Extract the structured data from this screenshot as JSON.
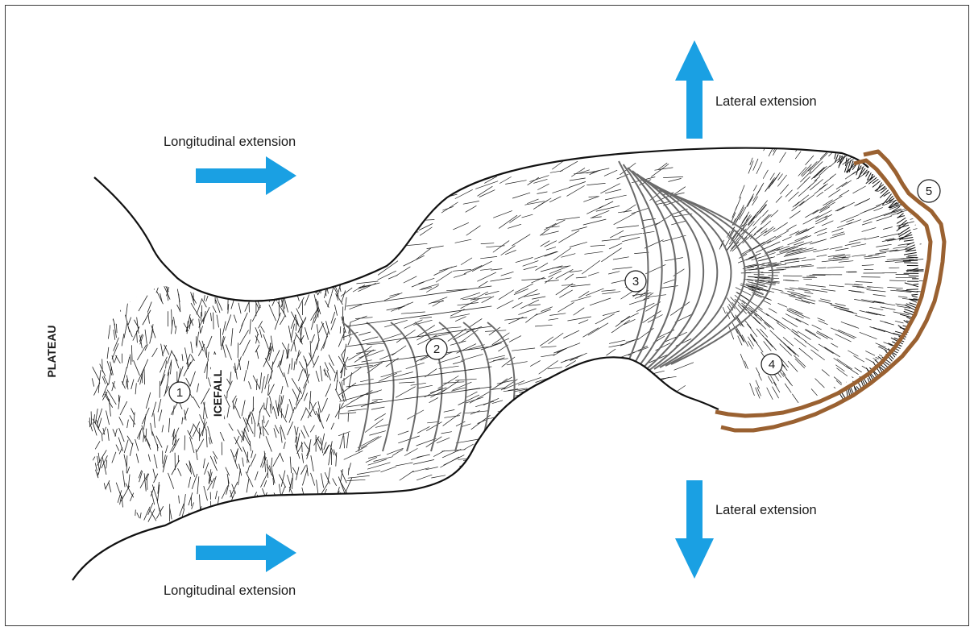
{
  "labels": {
    "plateau": "PLATEAU",
    "icefall": "ICEFALL",
    "longitudinal_top": "Longitudinal extension",
    "longitudinal_bottom": "Longitudinal extension",
    "lateral_top": "Lateral extension",
    "lateral_bottom": "Lateral extension"
  },
  "zones": [
    "1",
    "2",
    "3",
    "4",
    "5"
  ],
  "colors": {
    "arrow": "#1aa0e3",
    "outline": "#111111",
    "crevasse": "#1e1e1e",
    "crevasse_grey": "#6a6a6a",
    "moraine": "#9a6131",
    "frame": "#3a3a3a"
  },
  "icons": {
    "arrows": [
      "arrow-right-icon",
      "arrow-up-icon",
      "arrow-down-icon"
    ]
  }
}
